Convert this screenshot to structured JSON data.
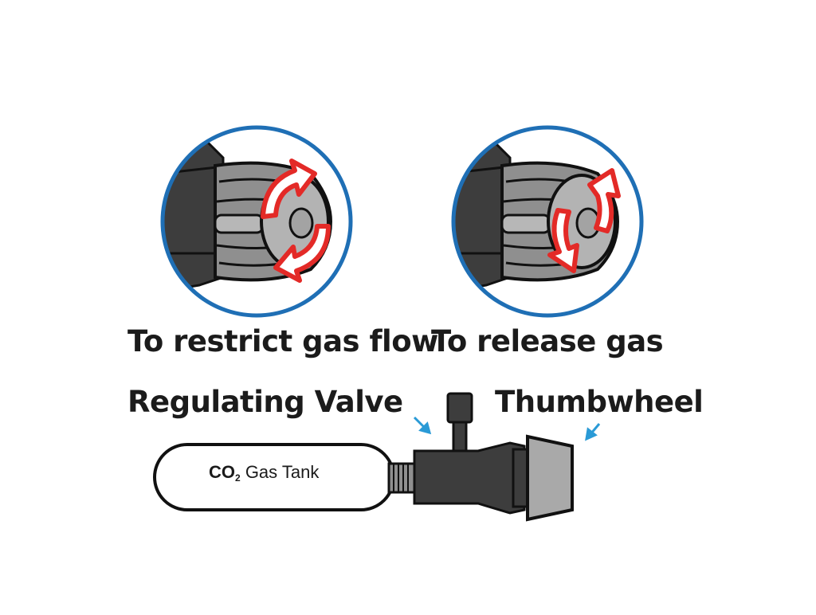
{
  "captions": {
    "restrict": "To restrict gas flow",
    "release": "To release gas"
  },
  "parts": {
    "valve": "Regulating Valve",
    "thumbwheel": "Thumbwheel",
    "tank_prefix": "CO",
    "tank_subscript": "2",
    "tank_suffix": "Gas Tank"
  },
  "icons": {
    "left_circle": "thumbwheel-closeup-restrict",
    "right_circle": "thumbwheel-closeup-release",
    "rotation_arrows": "curved-rotation-arrow-icon",
    "pointer_arrows": "pointer-arrow-icon"
  },
  "colors": {
    "circle_border": "#1f6fb5",
    "arrow_red": "#e32a27",
    "pointer_blue": "#2a9ad6",
    "dark_part": "#3d3d3d",
    "light_part": "#a9a9a9"
  }
}
